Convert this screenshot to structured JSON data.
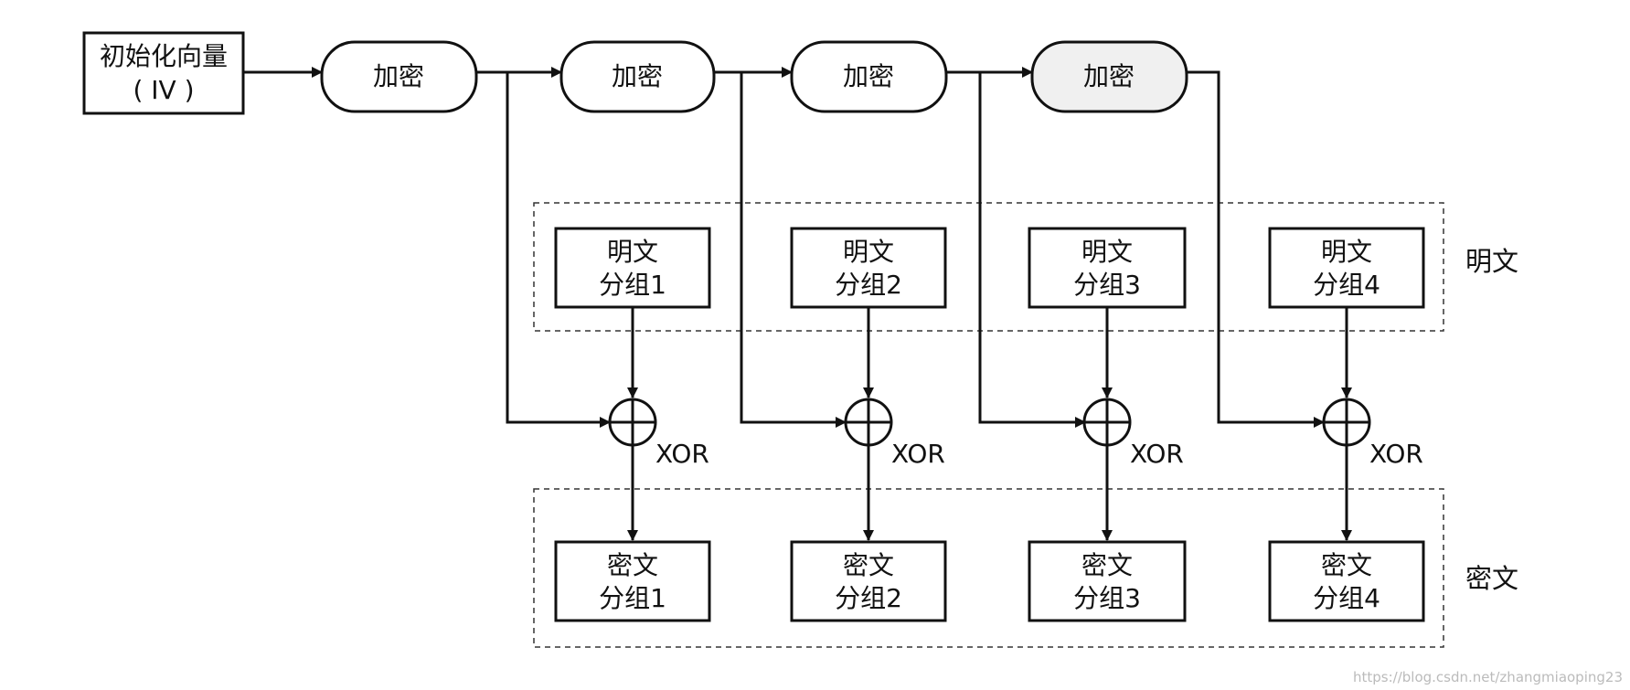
{
  "iv": {
    "line1": "初始化向量",
    "line2": "( IV )"
  },
  "encrypt_blocks": [
    {
      "label": "加密"
    },
    {
      "label": "加密"
    },
    {
      "label": "加密"
    },
    {
      "label": "加密"
    }
  ],
  "plaintext_blocks": [
    {
      "line1": "明文",
      "line2": "分组1"
    },
    {
      "line1": "明文",
      "line2": "分组2"
    },
    {
      "line1": "明文",
      "line2": "分组3"
    },
    {
      "line1": "明文",
      "line2": "分组4"
    }
  ],
  "ciphertext_blocks": [
    {
      "line1": "密文",
      "line2": "分组1"
    },
    {
      "line1": "密文",
      "line2": "分组2"
    },
    {
      "line1": "密文",
      "line2": "分组3"
    },
    {
      "line1": "密文",
      "line2": "分组4"
    }
  ],
  "xor_labels": [
    "XOR",
    "XOR",
    "XOR",
    "XOR"
  ],
  "group_labels": {
    "plaintext": "明文",
    "ciphertext": "密文"
  },
  "watermark": "https://blog.csdn.net/zhangmiaoping23",
  "colors": {
    "stroke": "#111111",
    "text": "#111111",
    "last_encrypt_fill": "#f0f0f0",
    "watermark": "#bbbbbb"
  }
}
